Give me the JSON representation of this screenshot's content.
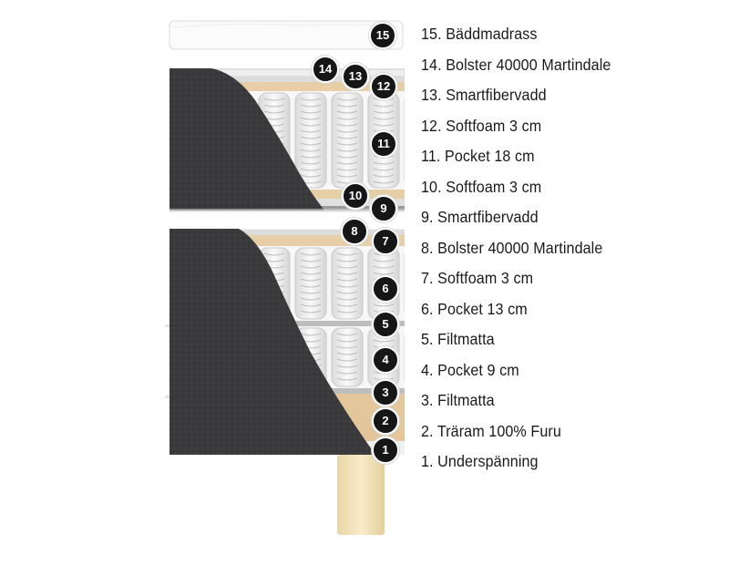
{
  "diagram": {
    "layers": [
      {
        "number": "15",
        "label": "15. Bäddmadrass"
      },
      {
        "number": "14",
        "label": "14. Bolster 40000 Martindale"
      },
      {
        "number": "13",
        "label": "13. Smartfibervadd"
      },
      {
        "number": "12",
        "label": "12. Softfoam 3 cm"
      },
      {
        "number": "11",
        "label": "11. Pocket 18 cm"
      },
      {
        "number": "10",
        "label": "10. Softfoam 3 cm"
      },
      {
        "number": "9",
        "label": "9. Smartfibervadd"
      },
      {
        "number": "8",
        "label": "8. Bolster 40000 Martindale"
      },
      {
        "number": "7",
        "label": "7. Softfoam 3 cm"
      },
      {
        "number": "6",
        "label": "6. Pocket 13 cm"
      },
      {
        "number": "5",
        "label": "5. Filtmatta"
      },
      {
        "number": "4",
        "label": "4. Pocket 9 cm"
      },
      {
        "number": "3",
        "label": "3. Filtmatta"
      },
      {
        "number": "2",
        "label": "2. Träram 100% Furu"
      },
      {
        "number": "1",
        "label": "1. Underspänning"
      }
    ],
    "colors": {
      "fabric": "#3d3d3f",
      "foam": "#e6cfa6",
      "wood": "#e3c79a",
      "leg": "#f1e2bd",
      "spring": "#f4f4f4",
      "felt": "#bdbdbd",
      "badge": "#161616"
    }
  }
}
